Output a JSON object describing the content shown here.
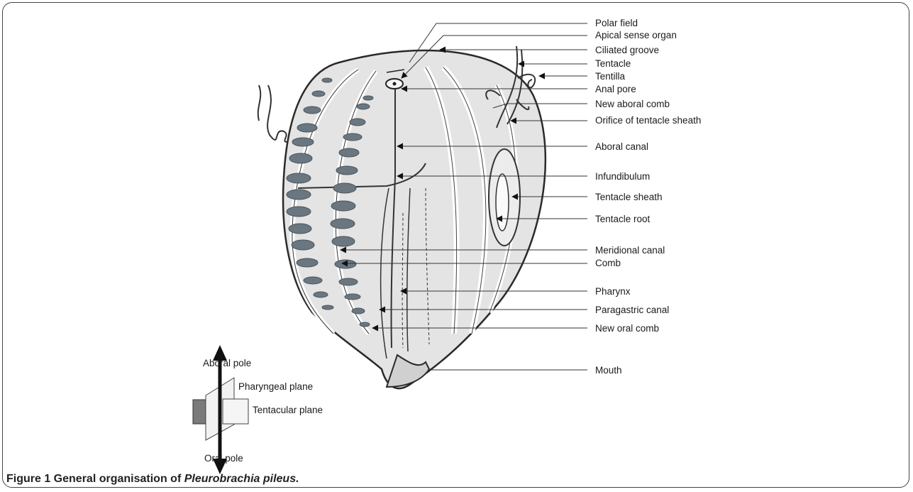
{
  "labels": {
    "polar_field": "Polar field",
    "apical_sense_organ": "Apical sense organ",
    "ciliated_groove": "Ciliated groove",
    "tentacle": "Tentacle",
    "tentilla": "Tentilla",
    "anal_pore": "Anal pore",
    "new_aboral_comb": "New aboral comb",
    "orifice_tentacle_sheath": "Orifice of tentacle sheath",
    "aboral_canal": "Aboral canal",
    "infundibulum": "Infundibulum",
    "tentacle_sheath": "Tentacle sheath",
    "tentacle_root": "Tentacle root",
    "meridional_canal": "Meridional canal",
    "comb": "Comb",
    "pharynx": "Pharynx",
    "paragastric_canal": "Paragastric canal",
    "new_oral_comb": "New oral comb",
    "mouth": "Mouth"
  },
  "orientation": {
    "aboral_pole": "Aboral pole",
    "oral_pole": "Oral pole",
    "pharyngeal_plane": "Pharyngeal plane",
    "tentacular_plane": "Tentacular plane"
  },
  "caption": {
    "prefix": "Figure 1 General organisation of ",
    "species": "Pleurobrachia pileus."
  },
  "colors": {
    "body_fill": "#e4e4e4",
    "comb_fill": "#6b7780",
    "outline": "#2a2a2a",
    "dark_plane": "#7a7a7a",
    "light_plane": "#f2f2f2"
  }
}
